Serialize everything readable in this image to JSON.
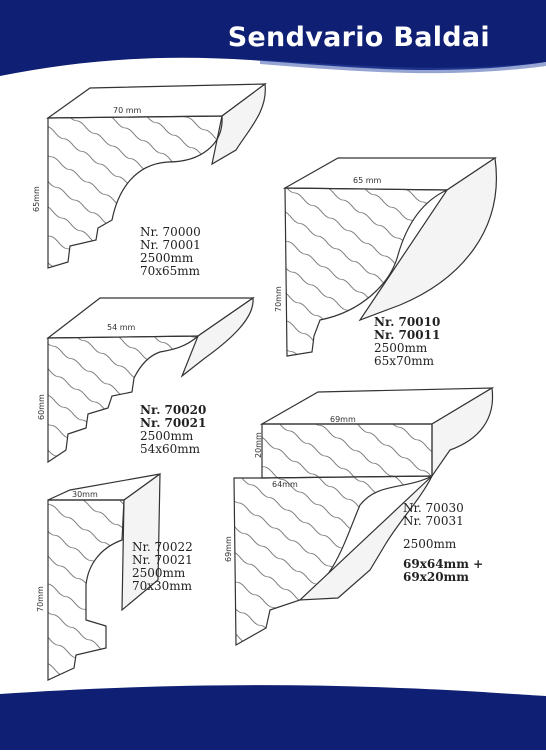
{
  "header": {
    "title": "Sendvario Baldai"
  },
  "profiles": [
    {
      "id": "a",
      "codes": [
        "Nr. 70000",
        "Nr. 70001"
      ],
      "length": "2500mm",
      "size": "70x65mm",
      "dim_top": "70 mm",
      "dim_side": "65mm"
    },
    {
      "id": "b",
      "codes": [
        "Nr. 70010",
        "Nr. 70011"
      ],
      "length": "2500mm",
      "size": "65x70mm",
      "dim_top": "65 mm",
      "dim_side": "70mm"
    },
    {
      "id": "c",
      "codes": [
        "Nr. 70020",
        "Nr. 70021"
      ],
      "length": "2500mm",
      "size": "54x60mm",
      "dim_top": "54 mm",
      "dim_side": "60mm"
    },
    {
      "id": "d",
      "codes": [
        "Nr. 70022",
        "Nr. 70021"
      ],
      "length": "2500mm",
      "size": "70x30mm",
      "dim_top": "30mm",
      "dim_side": "70mm"
    },
    {
      "id": "e",
      "codes": [
        "Nr. 70030",
        "Nr. 70031"
      ],
      "length": "2500mm",
      "size": "69x64mm +",
      "size2": "69x20mm",
      "dim_top": "69mm",
      "dim_mid": "64mm",
      "dim_side": "69mm",
      "dim_side2": "20mm"
    }
  ],
  "colors": {
    "brand": "#0f1f73",
    "line": "#333333",
    "wood": "#f4f4f4"
  }
}
